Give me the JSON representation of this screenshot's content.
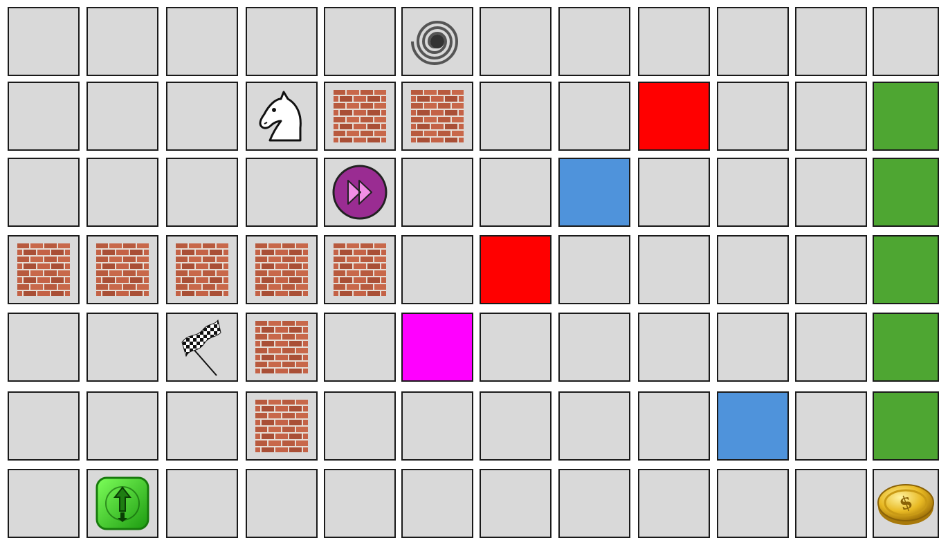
{
  "board": {
    "rows": 7,
    "cols": 12,
    "colors": {
      "empty": "#d9d9d9",
      "red": "#ff0000",
      "blue": "#4f93db",
      "green": "#4ea632",
      "magenta": "#ff00ff"
    },
    "cells": [
      [
        "empty",
        "empty",
        "empty",
        "empty",
        "empty",
        "vortex",
        "empty",
        "empty",
        "empty",
        "empty",
        "empty",
        "empty"
      ],
      [
        "empty",
        "empty",
        "empty",
        "knight",
        "brick",
        "brick",
        "empty",
        "empty",
        "red",
        "empty",
        "empty",
        "green"
      ],
      [
        "empty",
        "empty",
        "empty",
        "empty",
        "fast-forward",
        "empty",
        "empty",
        "blue",
        "empty",
        "empty",
        "empty",
        "green"
      ],
      [
        "brick",
        "brick",
        "brick",
        "brick",
        "brick",
        "empty",
        "red",
        "empty",
        "empty",
        "empty",
        "empty",
        "green"
      ],
      [
        "empty",
        "empty",
        "flag",
        "brick",
        "empty",
        "magenta",
        "empty",
        "empty",
        "empty",
        "empty",
        "empty",
        "green"
      ],
      [
        "empty",
        "empty",
        "empty",
        "brick",
        "empty",
        "empty",
        "empty",
        "empty",
        "empty",
        "blue",
        "empty",
        "green"
      ],
      [
        "empty",
        "up-arrow",
        "empty",
        "empty",
        "empty",
        "empty",
        "empty",
        "empty",
        "empty",
        "empty",
        "empty",
        "coin"
      ]
    ]
  }
}
